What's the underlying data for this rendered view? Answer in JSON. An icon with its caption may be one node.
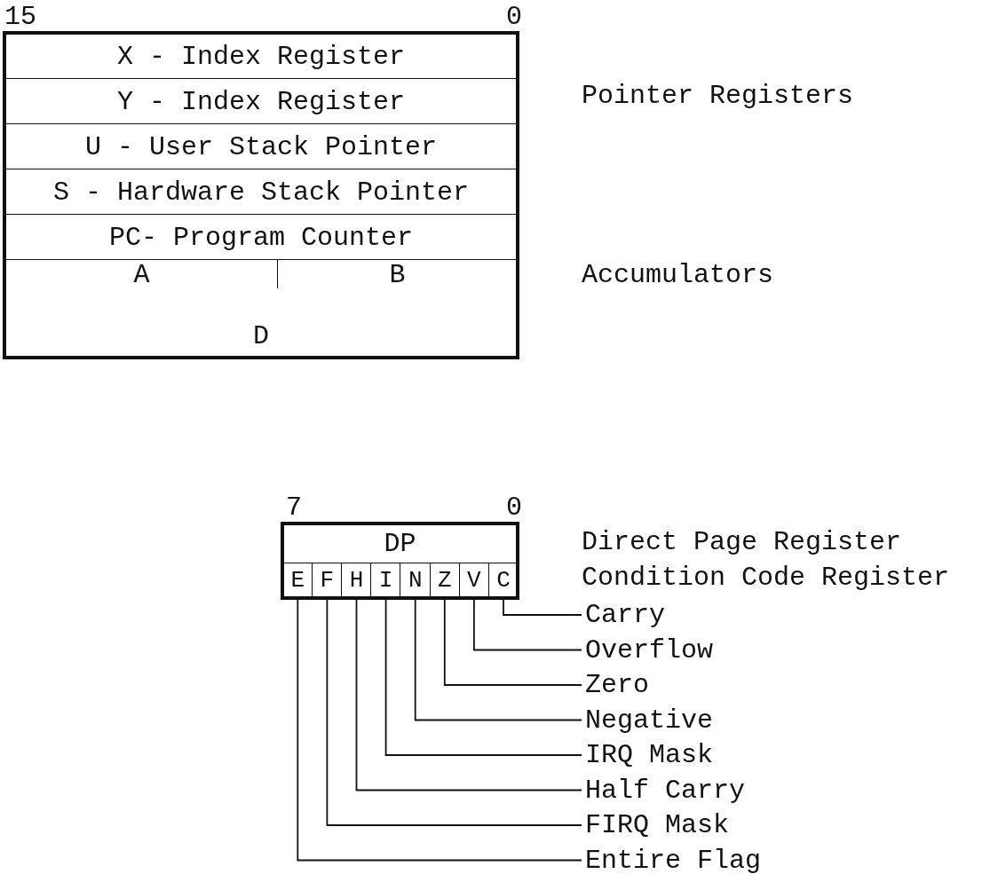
{
  "diagram": {
    "nodes": [
      {
        "text": [
          "X - Index Register"
        ]
      },
      {
        "text": [
          "Y - Index Register"
        ]
      },
      {
        "text": [
          "U - User Stack Pointer"
        ]
      },
      {
        "text": [
          "S - Hardware Stack Pointer"
        ]
      },
      {
        "text": [
          "PC- Program Counter"
        ]
      },
      {
        "text": [
          "A"
        ]
      },
      {
        "text": [
          "B"
        ]
      },
      {
        "text": [
          "D"
        ]
      },
      {
        "text": [
          "DP"
        ]
      },
      {
        "text": [
          "E"
        ]
      },
      {
        "text": [
          "F"
        ]
      },
      {
        "text": [
          "H"
        ]
      },
      {
        "text": [
          "I"
        ]
      },
      {
        "text": [
          "N"
        ]
      },
      {
        "text": [
          "Z"
        ]
      },
      {
        "text": [
          "V"
        ]
      },
      {
        "text": [
          "C"
        ]
      },
      {
        "text": [
          "Carry"
        ]
      },
      {
        "text": [
          "Overflow"
        ]
      },
      {
        "text": [
          "Zero"
        ]
      },
      {
        "text": [
          "Negative"
        ]
      },
      {
        "text": [
          "IRQ Mask"
        ]
      },
      {
        "text": [
          "Half Carry"
        ]
      },
      {
        "text": [
          "FIRQ Mask"
        ]
      },
      {
        "text": [
          "Entire Flag"
        ]
      }
    ],
    "edges": [
      {
        "from": 17,
        "to": 16,
        "arrow": "none"
      },
      {
        "from": 18,
        "to": 15,
        "arrow": "none"
      },
      {
        "from": 19,
        "to": 14,
        "arrow": "none"
      },
      {
        "from": 20,
        "to": 13,
        "arrow": "none"
      },
      {
        "from": 21,
        "to": 12,
        "arrow": "none"
      },
      {
        "from": 22,
        "to": 11,
        "arrow": "none"
      },
      {
        "from": 23,
        "to": 10,
        "arrow": "none"
      },
      {
        "from": 24,
        "to": 9,
        "arrow": "none"
      }
    ],
    "labels": [
      "15",
      "0",
      "Pointer Registers",
      "Accumulators",
      "7",
      "0",
      "Direct Page Register",
      "Condition Code Register"
    ]
  }
}
